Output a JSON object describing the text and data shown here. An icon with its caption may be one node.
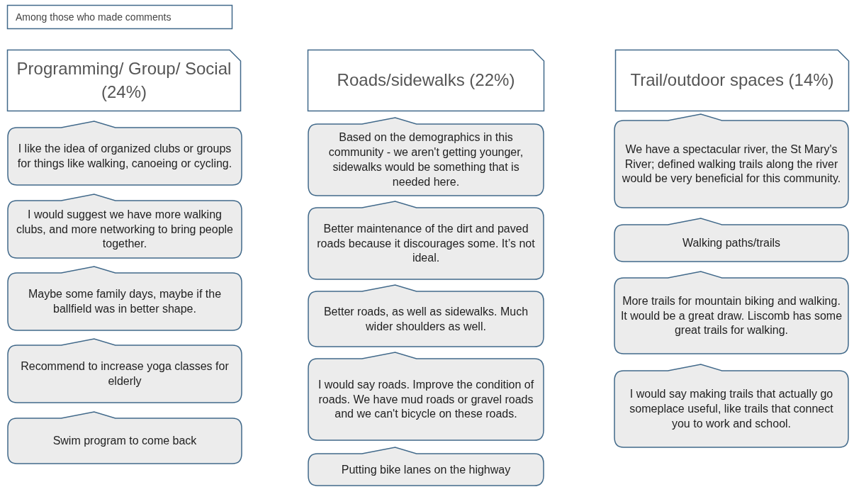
{
  "diagram": {
    "nodes": [
      {
        "text": [
          "Among those who made comments"
        ]
      },
      {
        "text": [
          "Programming/ Group/ Social (24%)"
        ]
      },
      {
        "text": [
          "I like the idea of organized clubs or groups for things like walking, canoeing or cycling."
        ]
      },
      {
        "text": [
          "I would suggest we have more walking clubs, and more networking to bring people together."
        ]
      },
      {
        "text": [
          "Maybe some family days, maybe if the ballfield was in better shape."
        ]
      },
      {
        "text": [
          "Recommend to increase yoga classes for elderly"
        ]
      },
      {
        "text": [
          "Swim program to come back"
        ]
      },
      {
        "text": [
          "Roads/sidewalks (22%)"
        ]
      },
      {
        "text": [
          "Based on the demographics in this community - we aren't getting younger, sidewalks would be something that is needed here."
        ]
      },
      {
        "text": [
          "Better maintenance of the dirt and paved roads because it discourages some. It’s not ideal."
        ]
      },
      {
        "text": [
          "Better roads, as well as sidewalks. Much wider shoulders as well."
        ]
      },
      {
        "text": [
          "I would say roads. Improve the condition of roads. We have mud roads or gravel roads and we can't bicycle on these roads."
        ]
      },
      {
        "text": [
          "Putting bike lanes on the highway"
        ]
      },
      {
        "text": [
          "Trail/outdoor spaces (14%)"
        ]
      },
      {
        "text": [
          "We have a spectacular river, the St Mary's River; defined walking trails along the river would be very beneficial for this community."
        ]
      },
      {
        "text": [
          "Walking paths/trails"
        ]
      },
      {
        "text": [
          "More trails for mountain biking and walking. It would be a great draw. Liscomb has some great trails for walking."
        ]
      },
      {
        "text": [
          "I would say making trails that actually go someplace useful, like trails that connect you to work and school."
        ]
      }
    ]
  }
}
